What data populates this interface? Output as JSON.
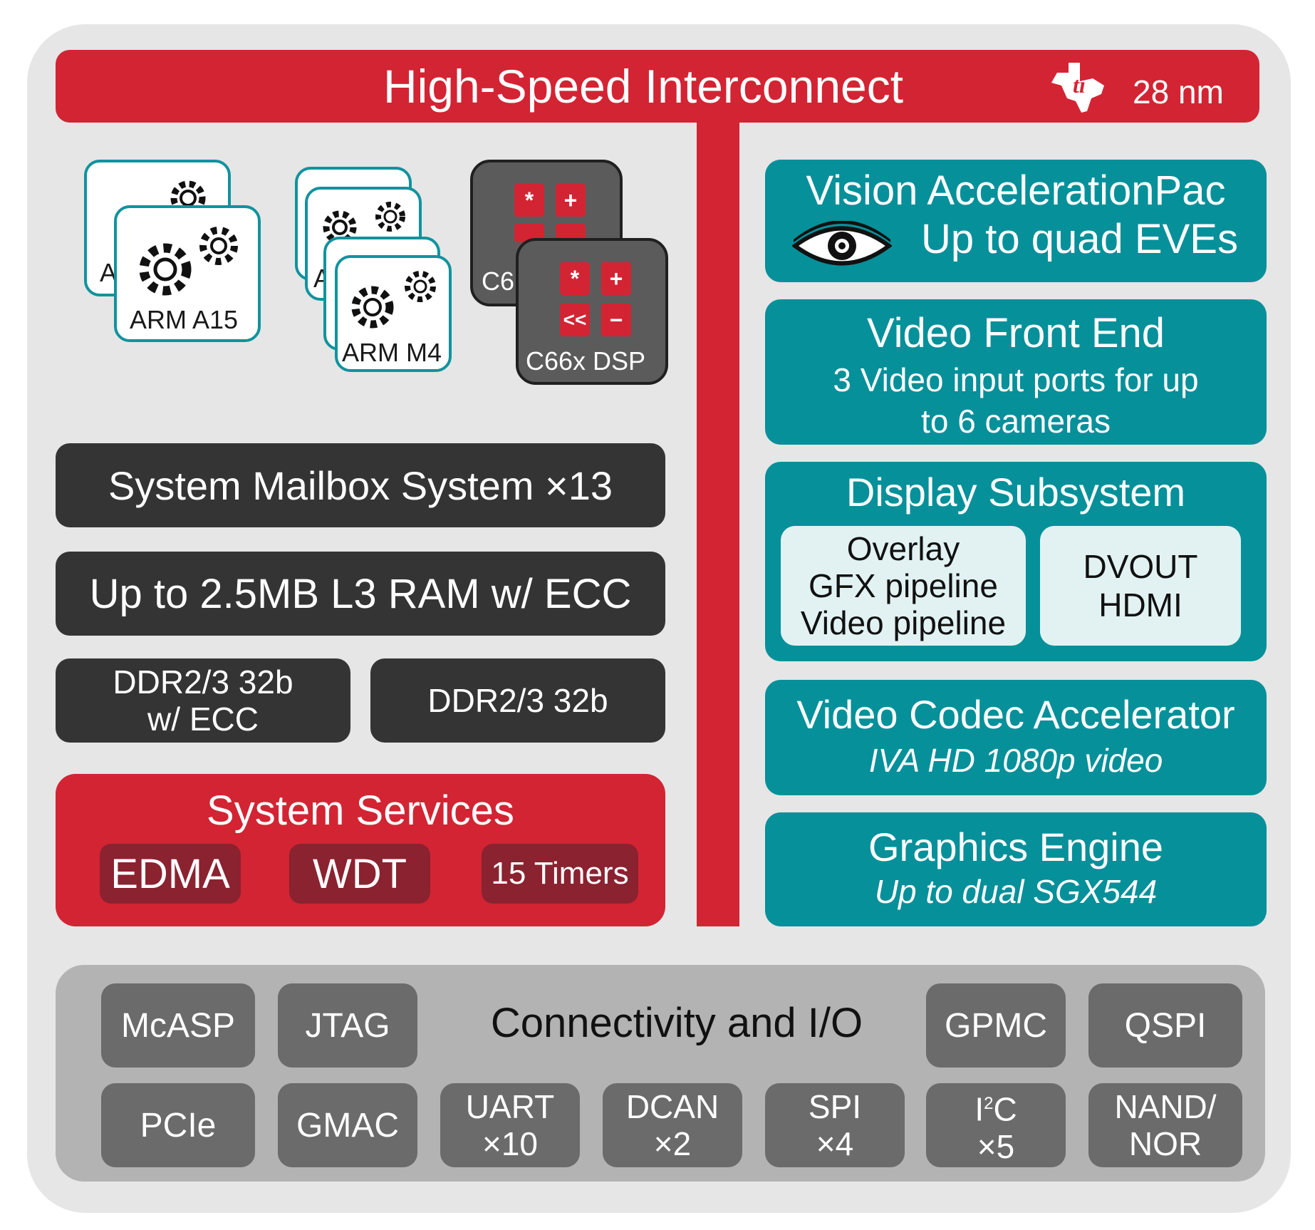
{
  "header": {
    "title": "High-Speed Interconnect",
    "process": "28 nm",
    "logo_icon": "ti-logo-icon"
  },
  "cores": {
    "a15_label": "ARM A15",
    "a15_peek": "A",
    "m4_label": "ARM M4",
    "m4_peek": "A",
    "dsp_label": "C66x DSP",
    "dsp_peek": "C6",
    "ops": [
      "*",
      "+",
      "<<",
      "−"
    ]
  },
  "memory": {
    "mailbox": "System Mailbox System ×13",
    "l3ram": "Up to 2.5MB L3 RAM w/ ECC",
    "ddr_ecc_line1": "DDR2/3 32b",
    "ddr_ecc_line2": "w/ ECC",
    "ddr": "DDR2/3 32b"
  },
  "services": {
    "title": "System Services",
    "items": [
      "EDMA",
      "WDT",
      "15 Timers"
    ]
  },
  "right": {
    "vision_title": "Vision AccelerationPac",
    "vision_sub": "Up to quad EVEs",
    "vision_icon": "eye-icon",
    "vfe_title": "Video Front End",
    "vfe_line1": "3 Video input ports for up",
    "vfe_line2": "to 6 cameras",
    "dss_title": "Display Subsystem",
    "dss_left": [
      "Overlay",
      "GFX pipeline",
      "Video pipeline"
    ],
    "dss_right": [
      "DVOUT",
      "HDMI"
    ],
    "codec_title": "Video Codec Accelerator",
    "codec_sub": "IVA HD 1080p video",
    "gfx_title": "Graphics Engine",
    "gfx_sub": "Up to dual SGX544"
  },
  "io": {
    "title": "Connectivity and I/O",
    "mcasp": "McASP",
    "jtag": "JTAG",
    "gpmc": "GPMC",
    "qspi": "QSPI",
    "pcie": "PCIe",
    "gmac": "GMAC",
    "uart": [
      "UART",
      "×10"
    ],
    "dcan": [
      "DCAN",
      "×2"
    ],
    "spi": [
      "SPI",
      "×4"
    ],
    "i2c": {
      "base": "I",
      "sup": "2",
      "rest": "C",
      "count": "×5"
    },
    "nand": [
      "NAND/",
      "NOR"
    ]
  },
  "colors": {
    "red": "#d32433",
    "teal": "#06909a",
    "dark": "#343434",
    "gray": "#6b6b6b",
    "frame": "#e6e6e6"
  }
}
